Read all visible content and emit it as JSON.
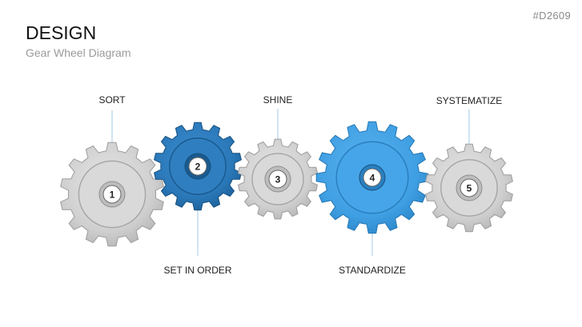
{
  "header": {
    "title": "DESIGN",
    "subtitle": "Gear Wheel Diagram",
    "slide_id": "#D2609"
  },
  "colors": {
    "gray_gear": "#c8c8c8",
    "dark_blue_gear": "#2a78b8",
    "light_blue_gear": "#3f9fe3",
    "connector": "#9fcbe8"
  },
  "gears": [
    {
      "number": "1",
      "label": "SORT",
      "color": "gray",
      "label_position": "top"
    },
    {
      "number": "2",
      "label": "SET IN ORDER",
      "color": "dark-blue",
      "label_position": "bottom"
    },
    {
      "number": "3",
      "label": "SHINE",
      "color": "gray",
      "label_position": "top"
    },
    {
      "number": "4",
      "label": "STANDARDIZE",
      "color": "light-blue",
      "label_position": "bottom"
    },
    {
      "number": "5",
      "label": "SYSTEMATIZE",
      "color": "gray",
      "label_position": "top"
    }
  ]
}
